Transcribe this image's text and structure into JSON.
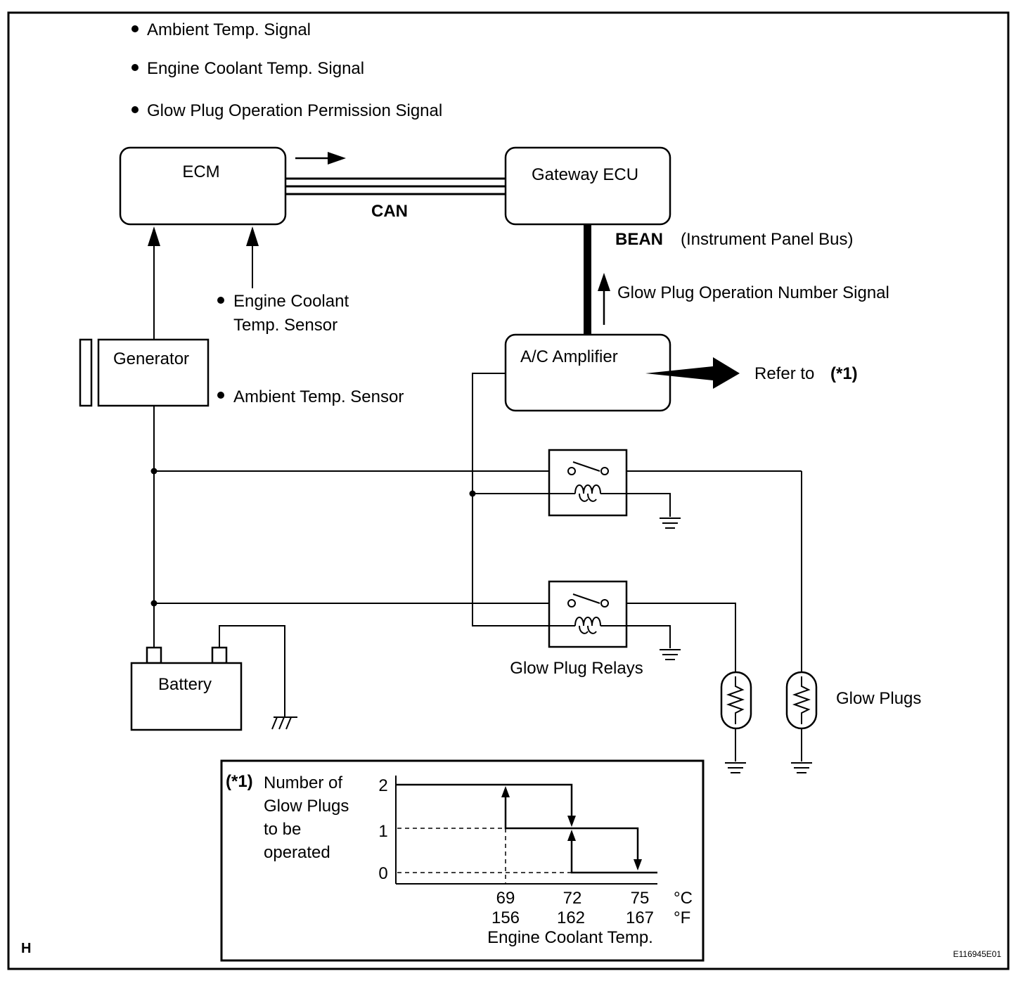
{
  "signals": [
    "Ambient Temp. Signal",
    "Engine Coolant Temp. Signal",
    "Glow Plug Operation Permission Signal"
  ],
  "components": {
    "ecm": "ECM",
    "gateway": "Gateway ECU",
    "ac_amp": "A/C Amplifier",
    "generator": "Generator",
    "battery": "Battery"
  },
  "buses": {
    "can": "CAN",
    "bean": "BEAN",
    "bean_desc": "(Instrument Panel Bus)"
  },
  "sensors": {
    "coolant_line1": "Engine Coolant",
    "coolant_line2": "Temp. Sensor",
    "ambient": "Ambient Temp. Sensor"
  },
  "glow_signal": "Glow Plug Operation Number Signal",
  "refer": {
    "text": "Refer to",
    "ref": "(*1)"
  },
  "relays_label": "Glow Plug Relays",
  "plugs_label": "Glow Plugs",
  "inset": {
    "ref": "(*1)",
    "ylabel_lines": [
      "Number of",
      "Glow Plugs",
      "to be",
      "operated"
    ],
    "y_ticks": [
      "2",
      "1",
      "0"
    ],
    "x_ticks_c": [
      "69",
      "72",
      "75"
    ],
    "x_ticks_f": [
      "156",
      "162",
      "167"
    ],
    "unit_c": "°C",
    "unit_f": "°F",
    "xlabel": "Engine Coolant Temp."
  },
  "corner_letter": "H",
  "figure_code": "E116945E01"
}
